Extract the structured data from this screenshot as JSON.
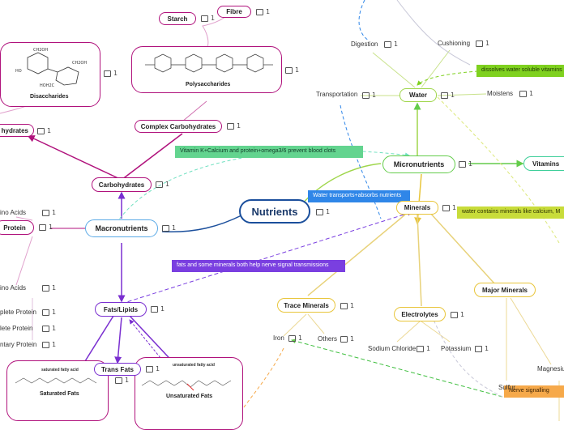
{
  "central": "Nutrients",
  "nodes": {
    "fibre": "Fibre",
    "starch": "Starch",
    "disaccharides": "Disaccharides",
    "polysaccharides": "Polysaccharides",
    "carbohydrates_left": "hydrates",
    "complex_carbs": "Complex Carbohydrates",
    "carbohydrates": "Carbohydrates",
    "amino_acids_top": "ino Acids",
    "protein": "Protein",
    "macronutrients": "Macronutrients",
    "amino_acids_bottom": "ino Acids",
    "complete_protein": "plete Protein",
    "incomplete_protein": "lete Protein",
    "complementary_protein": "ntary Protein",
    "fats_lipids": "Fats/Lipids",
    "trans_fats": "Trans Fats",
    "saturated_fats": "Saturated Fats",
    "unsaturated_fats": "Unsaturated Fats",
    "digestion": "Digestion",
    "cushioning": "Cushioning",
    "water": "Water",
    "transportation": "Transportation",
    "moistens": "Moistens",
    "micronutrients": "Micronutrients",
    "vitamins": "Vitamins",
    "minerals": "Minerals",
    "trace_minerals": "Trace Minerals",
    "major_minerals": "Major Minerals",
    "electrolytes": "Electrolytes",
    "iron": "Iron",
    "others": "Others",
    "sodium_chloride": "Sodium Chloride",
    "potassium": "Potassium",
    "sulfur": "Sulfur",
    "magnesium": "Magnesiu"
  },
  "notes": {
    "vitamin_k": "Vitamin K+Calcium and protein+omega3/6 prevent blood clots",
    "water_transports": "Water transports+absorbs nutrients",
    "fats_minerals": "fats and some minerals both help nerve signal transmissions",
    "dissolves": "dissolves water soluble vitamins",
    "water_minerals": "water contains minerals like calcium, M",
    "nerve_signalling": "Nerve signalling"
  },
  "image_labels": {
    "saturated_title": "saturated fatty acid",
    "unsaturated_title": "unsaturated fatty acid"
  },
  "comment_count": "1",
  "colors": {
    "carbs": "#b0127c",
    "macro": "#7a2fd0",
    "central": "#1b4f9c",
    "micro": "#63cc4a",
    "minerals": "#e8c53a",
    "water_branch": "#9fd64b",
    "note_green": "#63d48f",
    "note_blue": "#2f86e8",
    "note_purple": "#7a3fe0",
    "note_lime": "#7fd11f",
    "note_yellowgreen": "#c8dc3a",
    "note_orange": "#f6a94a",
    "macronutrients_border": "#5aa9e6",
    "vitamins_border": "#3fcf9a"
  }
}
